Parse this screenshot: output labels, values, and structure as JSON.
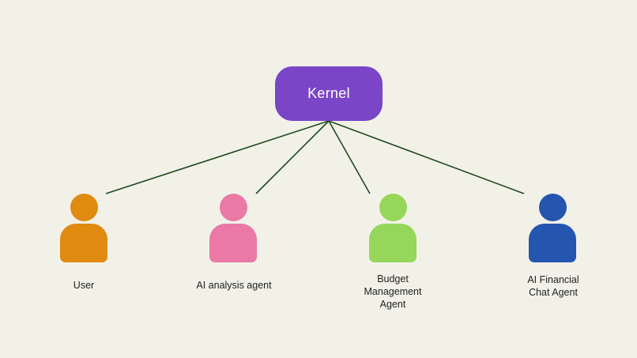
{
  "kernel": {
    "label": "Kernel",
    "color": "#7a45c6"
  },
  "agents": [
    {
      "id": "user",
      "label": "User",
      "color": "#e08a10",
      "icon": "person-icon"
    },
    {
      "id": "ai-analysis-agent",
      "label": "AI analysis agent",
      "color": "#ea79a6",
      "icon": "person-icon"
    },
    {
      "id": "budget-management-agent",
      "label": "Budget\nManagement\nAgent",
      "color": "#96d65b",
      "icon": "person-icon"
    },
    {
      "id": "ai-financial-chat-agent",
      "label": "AI Financial\nChat Agent",
      "color": "#2456b0",
      "icon": "person-icon"
    }
  ],
  "connector_color": "#1e4a1e"
}
